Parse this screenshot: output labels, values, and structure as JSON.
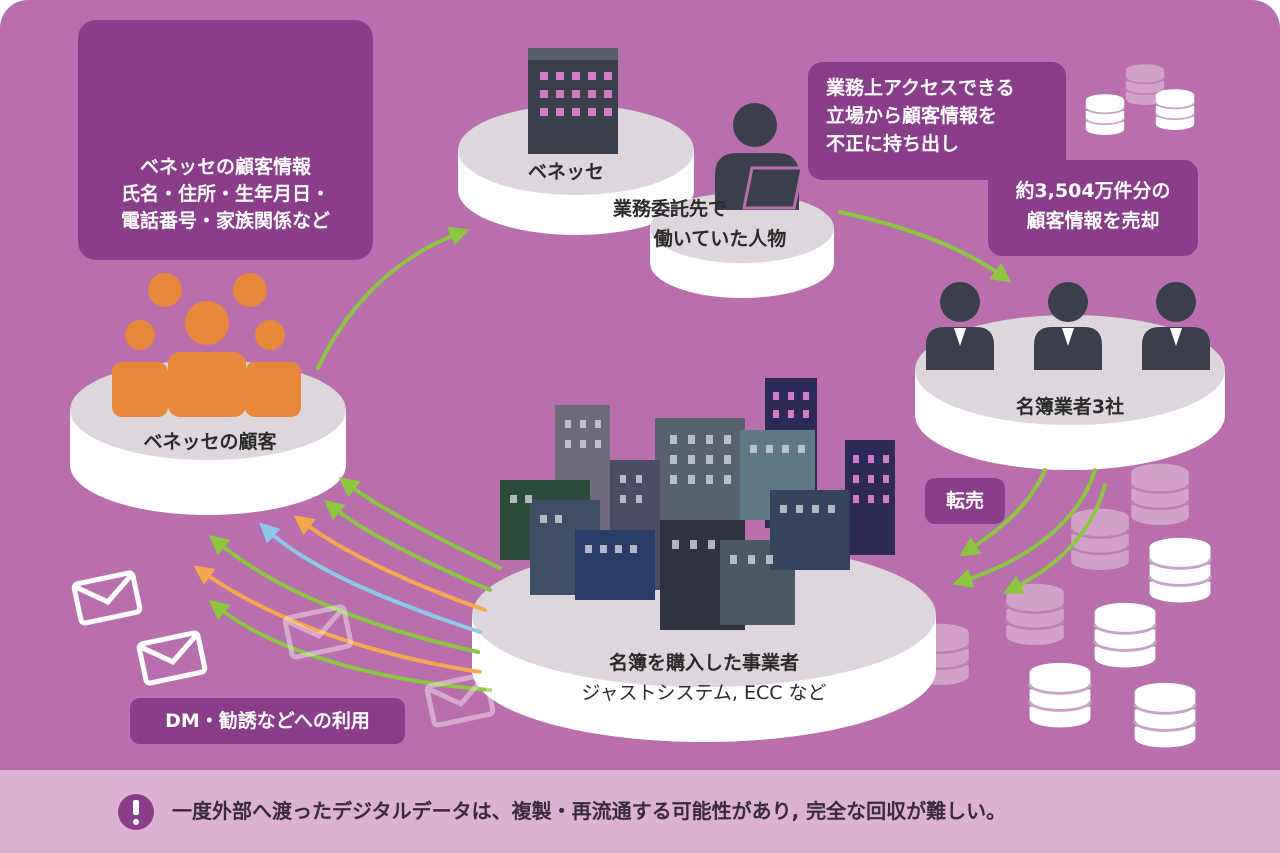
{
  "customer_info_box": {
    "lines": [
      "ベネッセの顧客情報",
      "氏名・住所・生年月日・",
      "電話番号・家族関係など"
    ],
    "icon": "document-icon"
  },
  "benesse_disc": {
    "label": "ベネッセ",
    "icon": "building-icon"
  },
  "contractor_disc": {
    "lines": [
      "業務委託先で",
      "働いていた人物"
    ],
    "icon": "person-at-laptop-icon"
  },
  "callout_leak": {
    "lines": [
      "業務上アクセスできる",
      "立場から顧客情報を",
      "不正に持ち出し"
    ]
  },
  "callout_sold": {
    "lines": [
      "約3,504万件分の",
      "顧客情報を売却"
    ]
  },
  "brokers_disc": {
    "label": "名簿業者3社",
    "icon": "business-people-icon"
  },
  "resale_badge": {
    "label": "転売"
  },
  "customers_disc": {
    "label": "ベネッセの顧客",
    "icon": "family-icon"
  },
  "buyers_disc": {
    "lines": [
      "名簿を購入した事業者",
      "ジャストシステム, ECC など"
    ],
    "icon": "city-buildings-icon"
  },
  "usage_badge": {
    "label": "DM・勧誘などへの利用",
    "icon": "envelope-icon"
  },
  "footer": {
    "icon": "exclamation-icon",
    "text": "一度外部へ渡ったデジタルデータは、複製・再流通する可能性があり, 完全な回収が難しい。"
  },
  "colors": {
    "background": "#b96fad",
    "footer_band": "#dcb1d3",
    "box": "#8a3d8b",
    "green_arrow": "#8dc63f",
    "orange_arrow": "#f3a94b",
    "blue_arrow": "#8dc8e8",
    "orange_people": "#e8883a",
    "dark_figure": "#3b3f4c"
  }
}
